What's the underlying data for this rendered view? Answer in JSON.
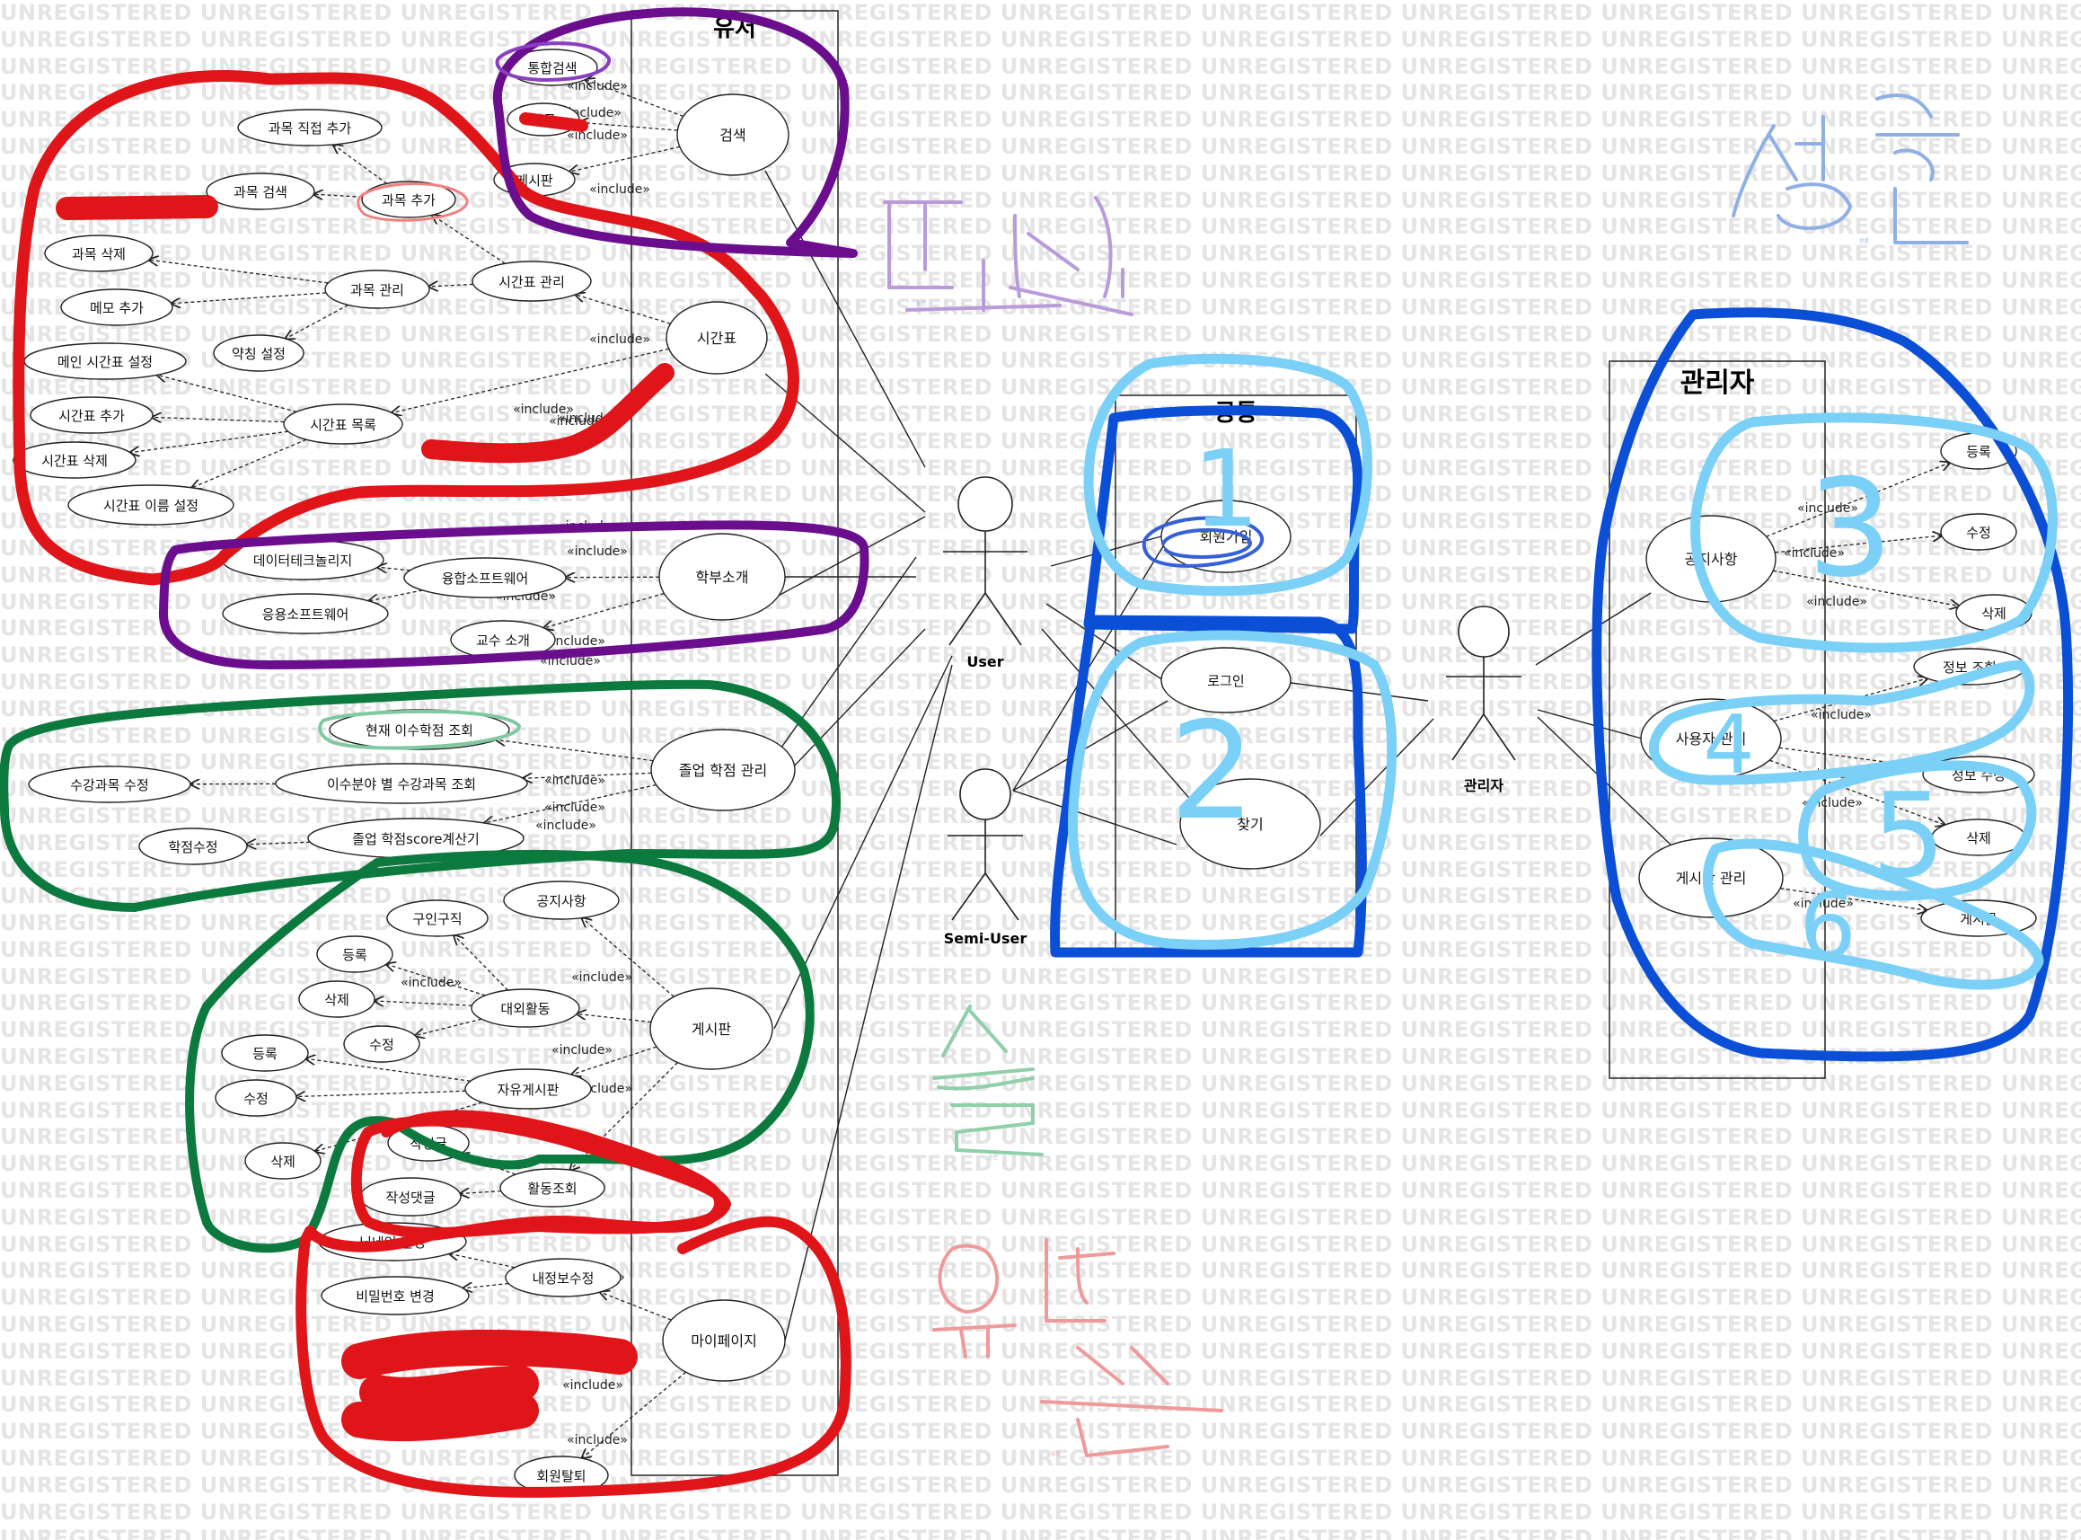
{
  "watermark": "UNREGISTERED",
  "systems": {
    "user": {
      "title": "유저"
    },
    "common": {
      "title": "공통"
    },
    "admin": {
      "title": "관리자"
    }
  },
  "actors": {
    "user": "User",
    "semi_user": "Semi-User",
    "admin": "관리자"
  },
  "stereotype": "«include»",
  "use_cases": {
    "search": "검색",
    "integrated_search": "통합검색",
    "search_sub": "과목",
    "search_board": "게시판",
    "timetable": "시간표",
    "subject_manage": "과목 관리",
    "subject_direct_add": "과목 직접 추가",
    "subject_search": "과목 검색",
    "subject_add": "과목 추가",
    "subject_delete": "과목 삭제",
    "memo_add": "메모 추가",
    "abbr_setting": "약칭 설정",
    "timetable_manage": "시간표 관리",
    "timetable_list": "시간표 목록",
    "main_timetable_set": "메인 시간표 설정",
    "timetable_add": "시간표 추가",
    "timetable_delete": "시간표 삭제",
    "timetable_rename": "시간표 이름 설정",
    "dept_intro": "학부소개",
    "data_tech": "데이터테크놀리지",
    "convergence_sw": "융합소프트웨어",
    "applied_sw": "응용소프트웨어",
    "prof_intro": "교수 소개",
    "grad_manage": "졸업 학점 관리",
    "current_credit": "현재 이수학점 조회",
    "course_edit": "수강과목 수정",
    "by_field": "이수분야 별 수강과목 조회",
    "grade_edit": "학점수정",
    "grad_calc": "졸업 학점score계산기",
    "board": "게시판",
    "notice": "공지사항",
    "job": "구인구직",
    "external": "대외활동",
    "ext_register": "등록",
    "ext_delete": "삭제",
    "ext_edit": "수정",
    "free_register": "등록",
    "free_edit": "수정",
    "free_board": "자유게시판",
    "free_delete": "삭제",
    "my_posts": "작성글",
    "my_comments": "작성댓글",
    "activity_view": "활동조회",
    "nickname_change": "닉네임 변경",
    "info_edit": "내정보수정",
    "pw_change": "비밀번호 변경",
    "mypage": "마이페이지",
    "withdraw": "회원탈퇴",
    "signup": "회원가입",
    "login": "로그인",
    "find_id": "찾기",
    "admin_notice": "공지사항",
    "admin_reg": "등록",
    "admin_edit": "수정",
    "admin_del": "삭제",
    "user_manage": "사용자 관리",
    "user_info_view": "정보 조회",
    "user_info_edit": "정보 수정",
    "user_delete": "삭제",
    "board_manage": "게시판 관리",
    "post_manage": "게시글"
  },
  "handwriting": {
    "purple_name": "도진",
    "blue_name": "성훈",
    "green_name": "승민",
    "red_name": "유진",
    "num1": "1",
    "num2": "2",
    "num3": "3",
    "num4": "4",
    "num5": "5",
    "num6": "6"
  },
  "colors": {
    "red_marker": "#e0151a",
    "purple_marker": "#6a0e8e",
    "green_marker": "#0c7a3e",
    "dark_blue_marker": "#0b4fd6",
    "light_blue_marker": "#7ad0f7",
    "purple_text": "#b496d6",
    "blue_text": "#8fb0e6",
    "green_text": "#8fcfa9",
    "red_text": "#ef9a9a"
  }
}
